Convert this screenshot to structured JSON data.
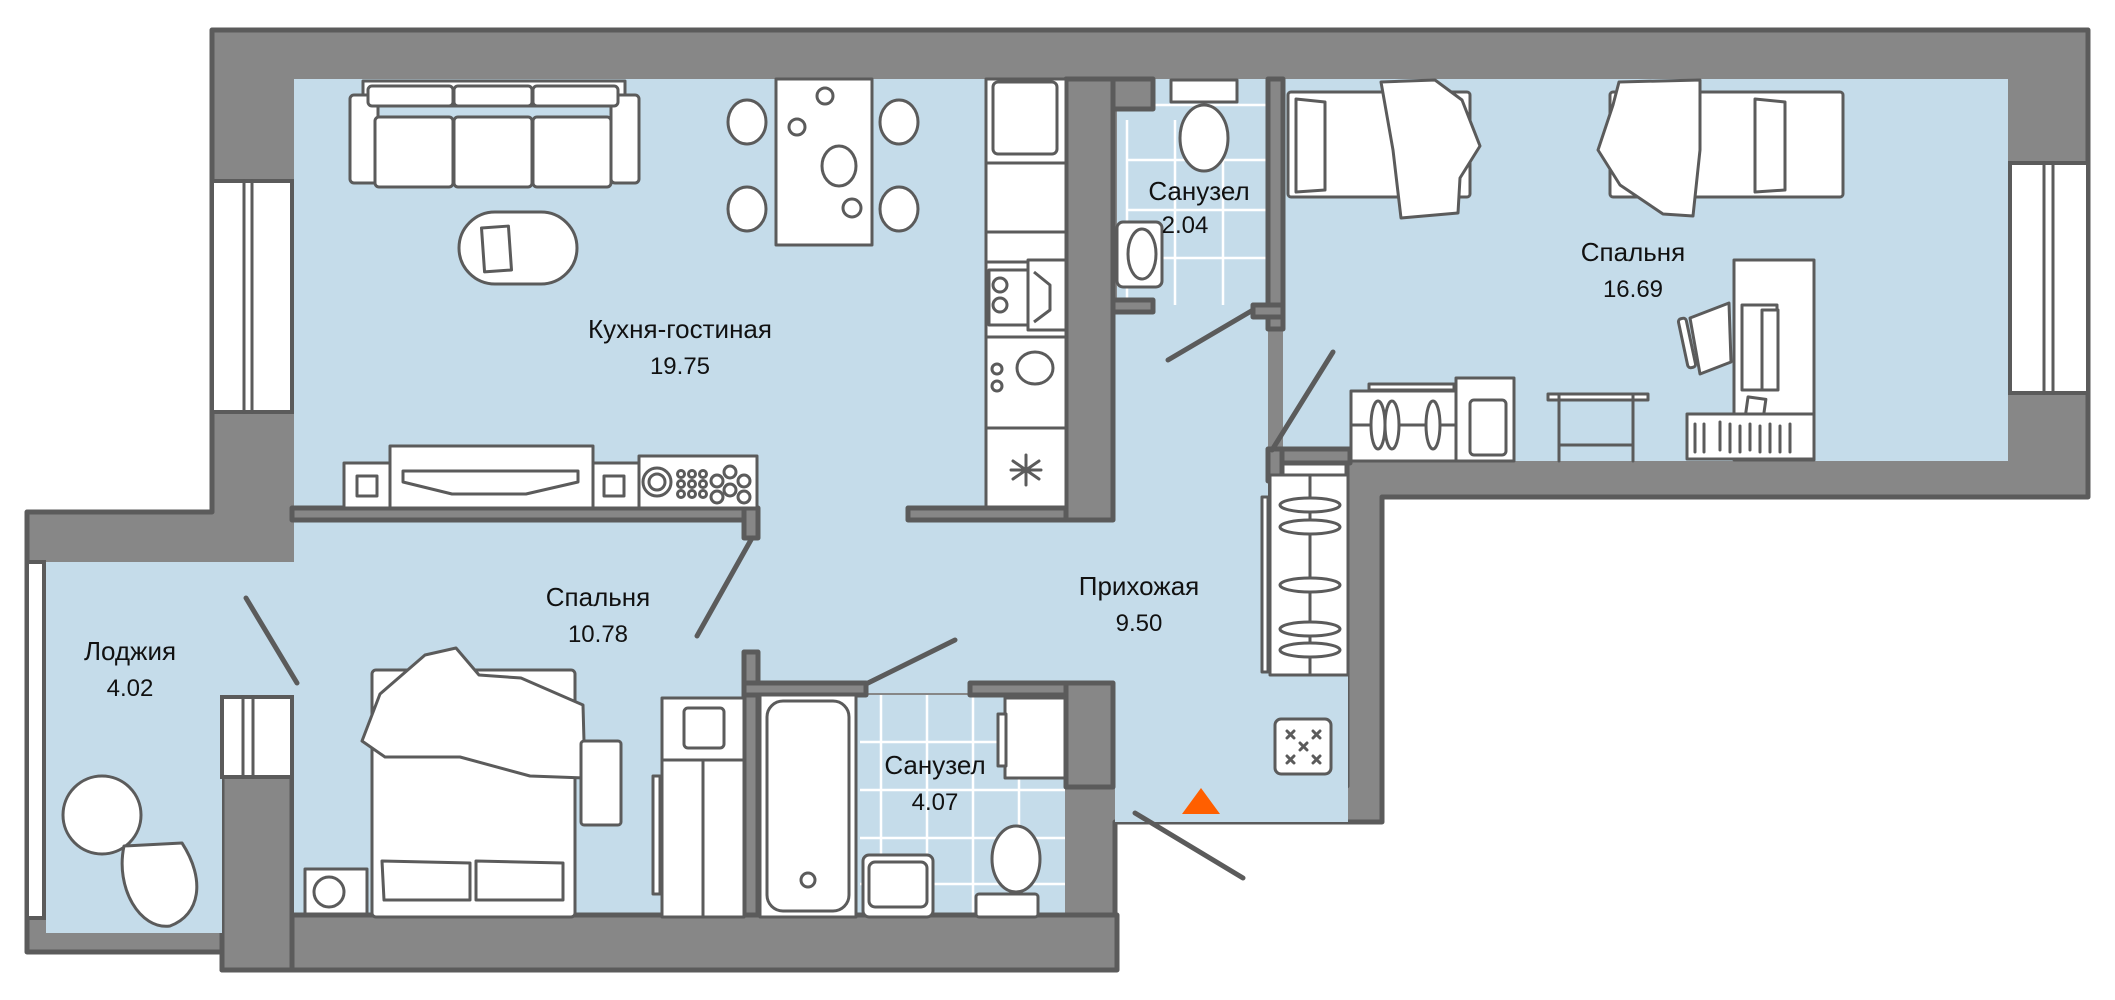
{
  "plan": {
    "type": "apartment-floor-plan",
    "units": "m²",
    "colors": {
      "floor": "#c5dcea",
      "wall_fill": "#878787",
      "wall_stroke": "#5b5b5b",
      "furniture": "#ffffff",
      "entrance_marker": "#ff5f00"
    },
    "rooms": [
      {
        "id": "kitchen_living",
        "name": "Кухня-гостиная",
        "area": "19.75"
      },
      {
        "id": "bedroom_large",
        "name": "Спальня",
        "area": "16.69"
      },
      {
        "id": "bathroom_small",
        "name": "Санузел",
        "area": "2.04"
      },
      {
        "id": "bedroom_small",
        "name": "Спальня",
        "area": "10.78"
      },
      {
        "id": "hallway",
        "name": "Прихожая",
        "area": "9.50"
      },
      {
        "id": "bathroom_large",
        "name": "Санузел",
        "area": "4.07"
      },
      {
        "id": "loggia",
        "name": "Лоджия",
        "area": "4.02"
      }
    ],
    "entrance": {
      "icon": "triangle-up-icon"
    }
  }
}
